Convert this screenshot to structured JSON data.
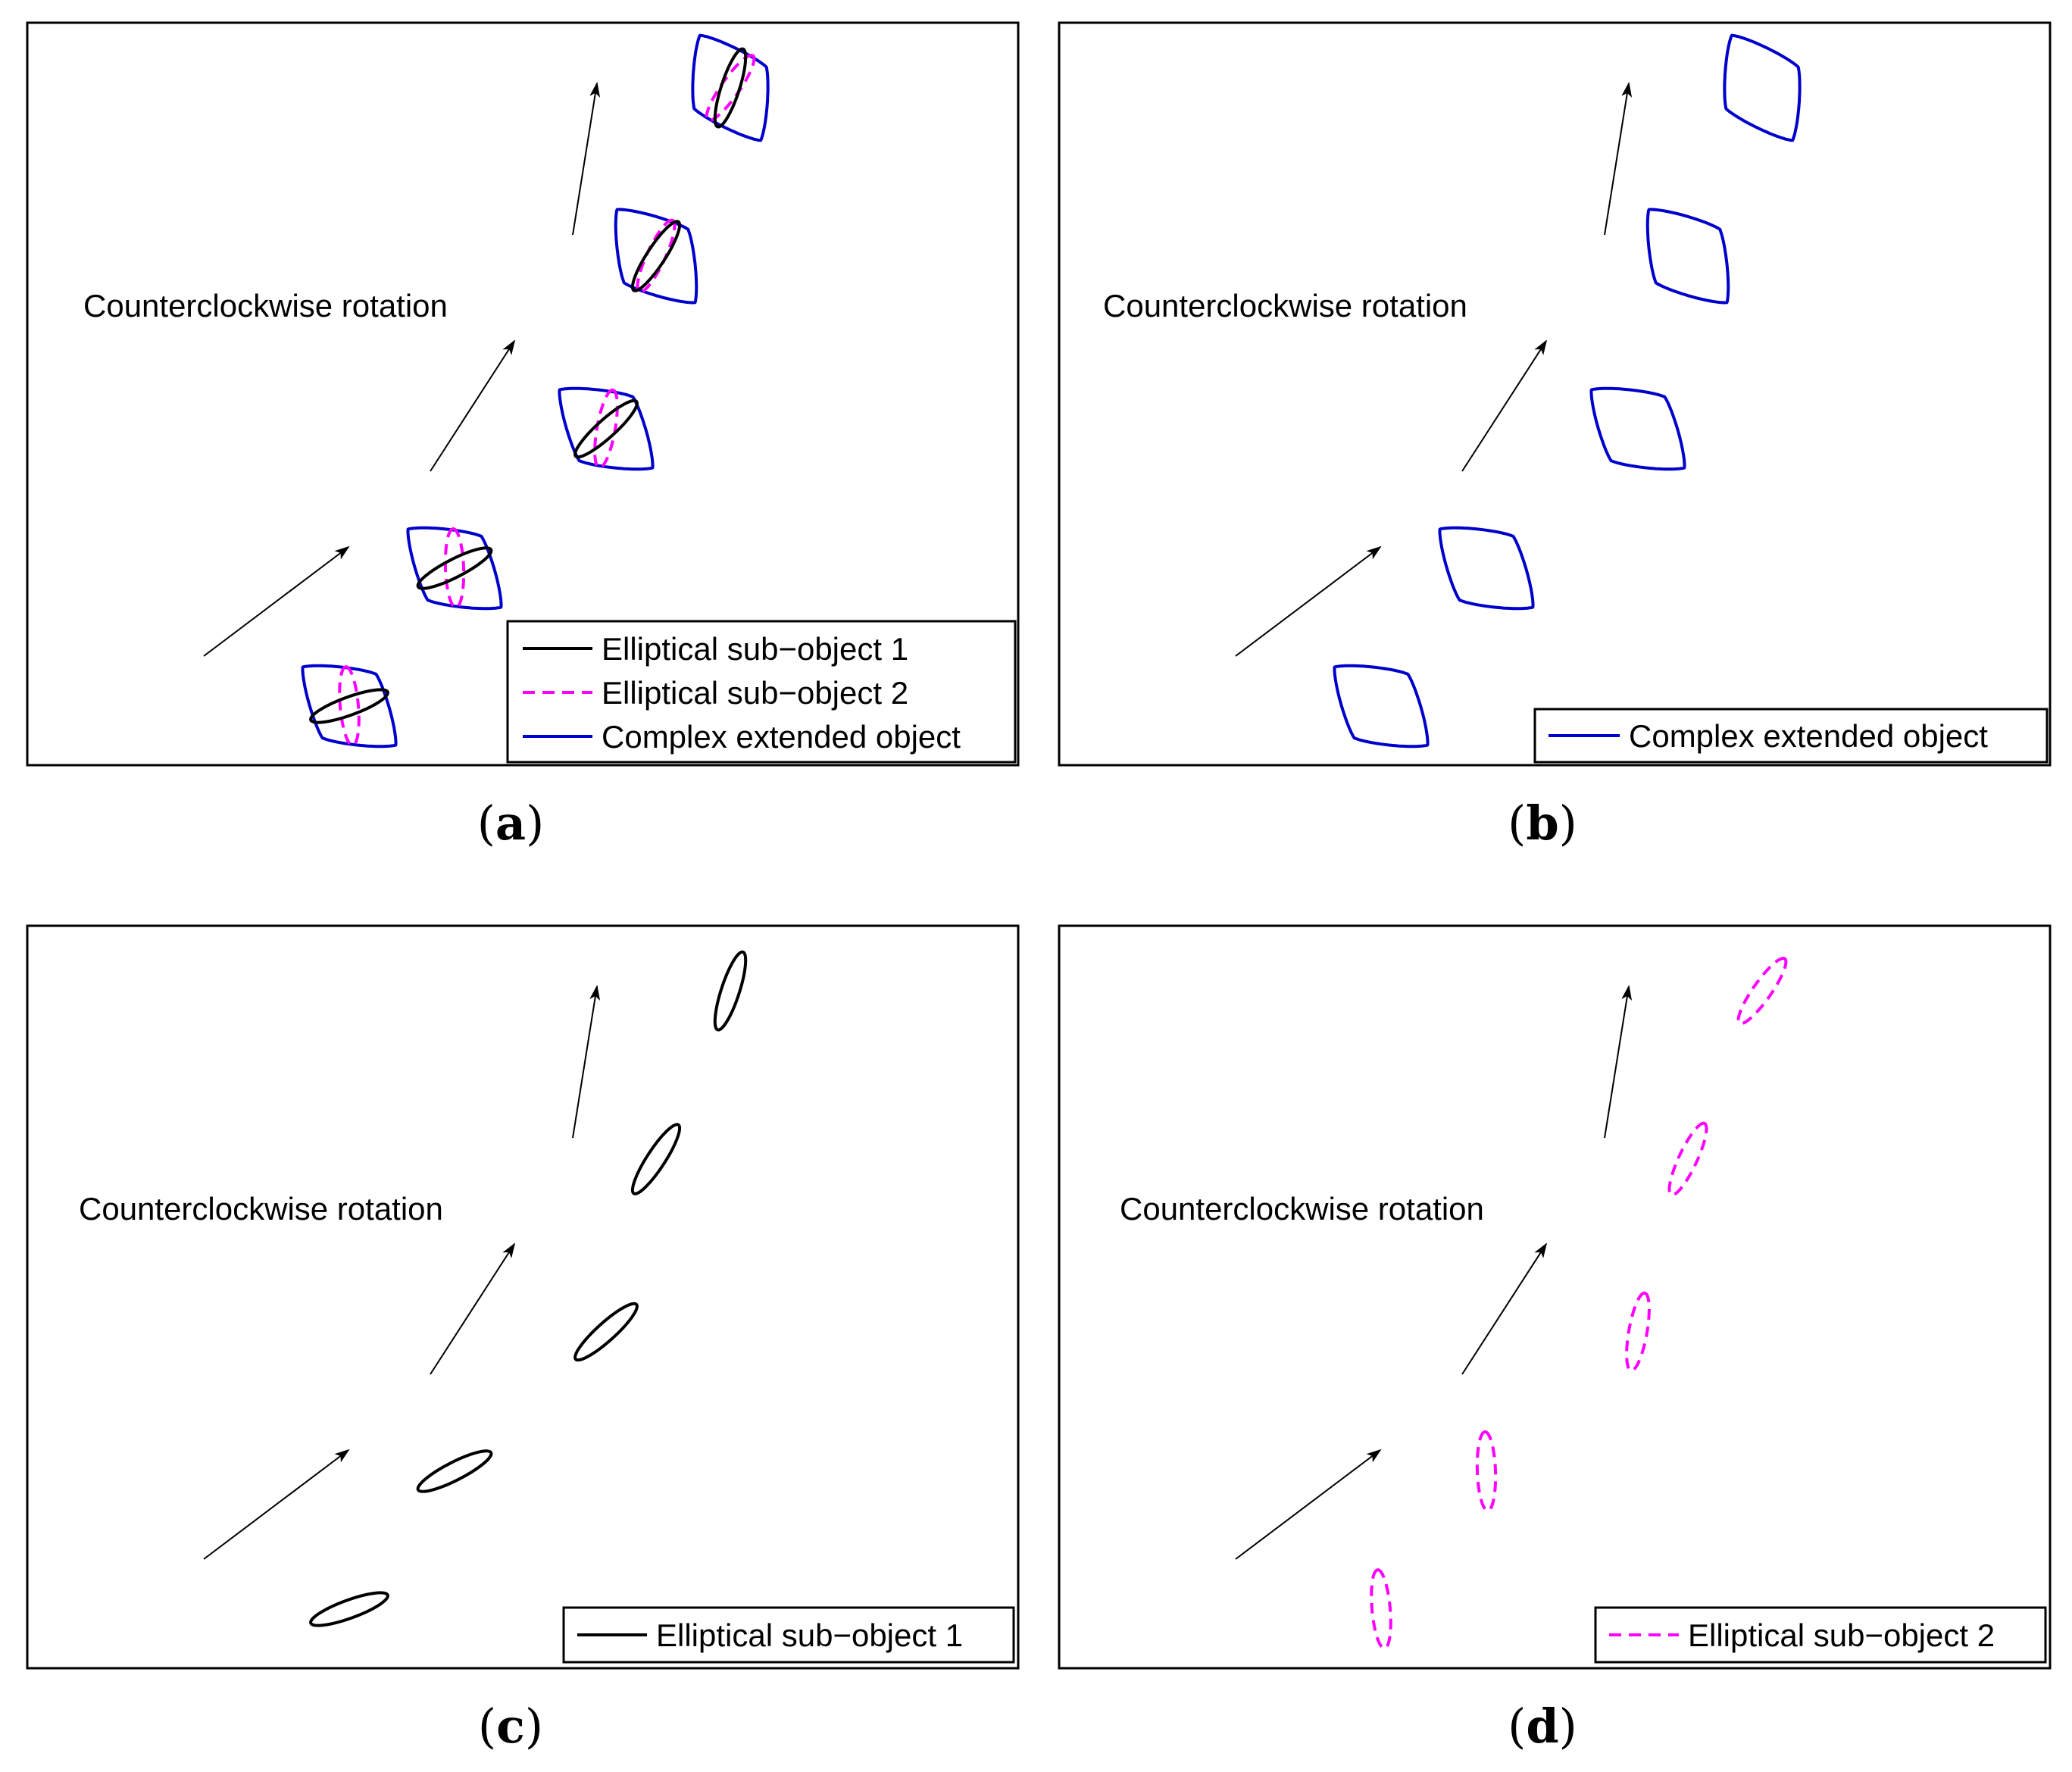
{
  "colors": {
    "sub_object_1": "#000000",
    "sub_object_2": "#ff00ff",
    "complex_object": "#0000cc",
    "arrow": "#000000"
  },
  "panels": [
    {
      "id": "a",
      "label": "a",
      "annotation": "Counterclockwise rotation",
      "legend": [
        "Elliptical sub−object 1",
        "Elliptical sub−object 2",
        "Complex extended object"
      ],
      "show_complex": true,
      "show_sub1": true,
      "show_sub2": true
    },
    {
      "id": "b",
      "label": "b",
      "annotation": "Counterclockwise rotation",
      "legend": [
        "Complex extended object"
      ],
      "show_complex": true,
      "show_sub1": false,
      "show_sub2": false
    },
    {
      "id": "c",
      "label": "c",
      "annotation": "Counterclockwise rotation",
      "legend": [
        "Elliptical sub−object 1"
      ],
      "show_complex": false,
      "show_sub1": true,
      "show_sub2": false
    },
    {
      "id": "d",
      "label": "d",
      "annotation": "Counterclockwise rotation",
      "legend": [
        "Elliptical sub−object 2"
      ],
      "show_complex": false,
      "show_sub1": false,
      "show_sub2": true
    }
  ]
}
